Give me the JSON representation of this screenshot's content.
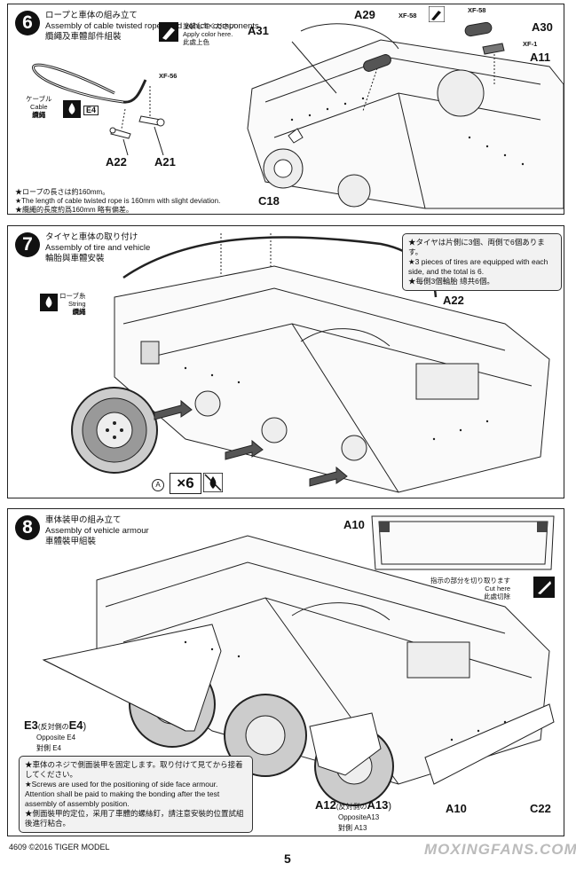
{
  "step6": {
    "number": "6",
    "title_jp": "ロープと車体の組み立て",
    "title_en": "Assembly of cable twisted ropes and vehicle components",
    "title_cn": "纜繩及車體部件組裝",
    "paint_note_jp": "塗装してください",
    "paint_note_en": "Apply color here.",
    "paint_note_cn": "此處上色",
    "paint_code": "XF-56",
    "cable_jp": "ケーブル",
    "cable_en": "Cable",
    "cable_cn": "纜繩",
    "cable_tag": "E4",
    "part_labels": [
      "A22",
      "A21",
      "A31",
      "A29",
      "XF-58",
      "XF-58",
      "A30",
      "XF-1",
      "A11",
      "C18"
    ],
    "notes": [
      "★ロープの長さは約160mm。",
      "★The length of cable twisted rope is 160mm with slight deviation.",
      "★纜繩的長度約爲160mm 略有偏差。"
    ]
  },
  "step7": {
    "number": "7",
    "title_jp": "タイヤと車体の取り付け",
    "title_en": "Assembly of tire and vehicle",
    "title_cn": "輪胎與車體安裝",
    "string_jp": "ローブ糸",
    "string_en": "String",
    "string_cn": "纜繩",
    "part_label": "A22",
    "notes": [
      "★タイヤは片側に3個、両側で6個あります。",
      "★3 pieces of tires are equipped with each side, and the total is 6.",
      "★每側3個輪胎 總共6個。"
    ],
    "circle_label": "A",
    "multiplier": "×6"
  },
  "step8": {
    "number": "8",
    "title_jp": "車体装甲の組み立て",
    "title_en": "Assembly of vehicle armour",
    "title_cn": "車體裝甲組裝",
    "a10": "A10",
    "a10b": "A10",
    "cut_jp": "指示の部分を切り取ります",
    "cut_en": "Cut here",
    "cut_cn": "此處切除",
    "e3_label": "E3",
    "e3_paren": "(反対側の",
    "e3_e4": "E4",
    "e3_close": ")",
    "e3_opp_en": "Opposite E4",
    "e3_opp_cn": "對側 E4",
    "a12_label": "A12",
    "a12_paren": "(反対側の",
    "a12_a13": "A13",
    "a12_close": ")",
    "a12_opp_en": "OppositeA13",
    "a12_opp_cn": "對側 A13",
    "a22": "C22",
    "notes": [
      "★車体のネジで側面装甲を固定します。取り付けて見てから接着してください。",
      "★Screws are used for the positioning of side face armour. Attention shall be paid to making the bonding after the test assembly of assembly position.",
      "★側面裝甲的定位，采用了車體的螺絲釘，請注意安裝的位置試組後進行粘合。"
    ]
  },
  "footer": {
    "code": "4609 ©2016 TIGER MODEL",
    "page": "5",
    "watermark": "MOXINGFANS.COM"
  }
}
